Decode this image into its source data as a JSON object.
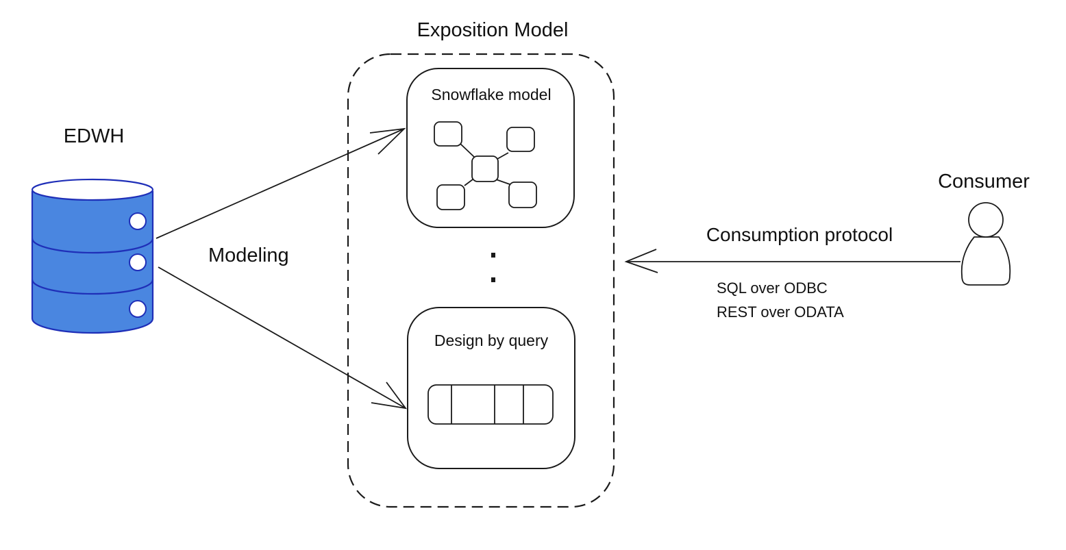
{
  "diagram": {
    "group": {
      "title": "Exposition Model"
    },
    "source": {
      "title": "EDWH"
    },
    "edge_label": "Modeling",
    "models": [
      {
        "title": "Snowflake model"
      },
      {
        "title": "Design by query"
      }
    ],
    "consumer": {
      "title": "Consumer",
      "protocol_title": "Consumption protocol",
      "protocols": [
        "SQL over ODBC",
        "REST over ODATA"
      ]
    },
    "colors": {
      "database_fill": "#4a86e0",
      "database_stroke": "#1f2fb8",
      "line": "#1a1a1a"
    },
    "icons": [
      "database-icon",
      "snowflake-schema-icon",
      "table-icon",
      "person-icon",
      "arrow-icon"
    ]
  }
}
